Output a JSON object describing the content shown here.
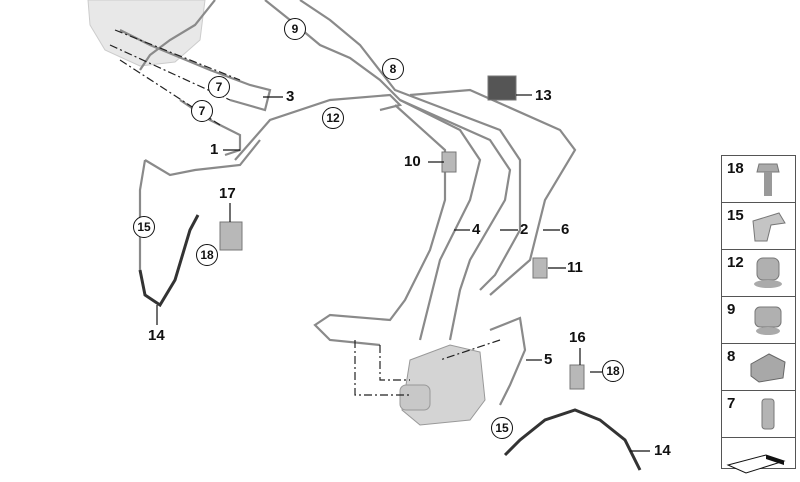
{
  "callouts": {
    "c9": "9",
    "c8": "8",
    "c7a": "7",
    "c7b": "7",
    "c12": "12",
    "c15a": "15",
    "c18a": "18",
    "c18b": "18",
    "c15b": "15"
  },
  "labels": {
    "l3": "3",
    "l1": "1",
    "l13": "13",
    "l10": "10",
    "l17": "17",
    "l4": "4",
    "l2": "2",
    "l6": "6",
    "l11": "11",
    "l14a": "14",
    "l16": "16",
    "l5": "5",
    "l14b": "14"
  },
  "parts_panel": [
    {
      "number": "18",
      "icon": "bolt-icon"
    },
    {
      "number": "15",
      "icon": "bracket-icon"
    },
    {
      "number": "12",
      "icon": "pipe-clip-icon"
    },
    {
      "number": "9",
      "icon": "double-pipe-clip-icon"
    },
    {
      "number": "8",
      "icon": "clip-holder-icon"
    },
    {
      "number": "7",
      "icon": "sleeve-nut-icon"
    },
    {
      "number": "",
      "icon": "shim-icon"
    }
  ],
  "colors": {
    "pipe": "#8a8a8a",
    "part": "#b8b8b8",
    "text": "#111111"
  }
}
